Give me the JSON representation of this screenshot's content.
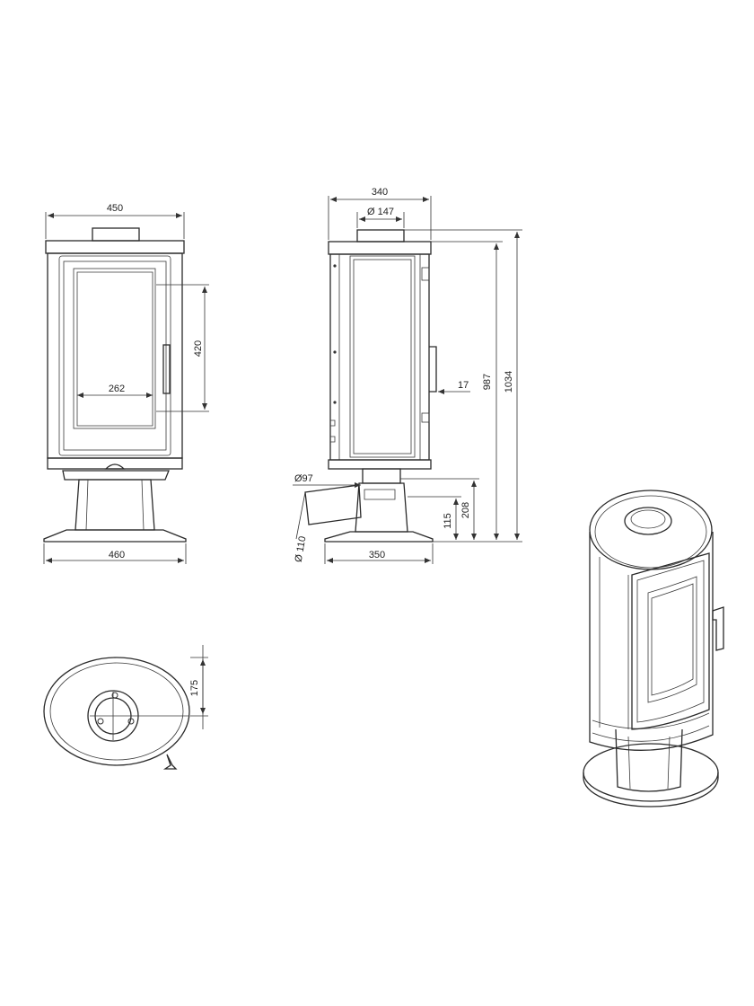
{
  "front_view": {
    "width_top": "450",
    "window_height": "420",
    "window_width": "262",
    "base_width": "460"
  },
  "side_view": {
    "depth": "340",
    "flue_diameter": "Ø 147",
    "handle_depth": "17",
    "height_to_flue": "987",
    "total_height": "1034",
    "air_inlet_diameter": "Ø97",
    "air_inlet_height": "208",
    "air_duct_height": "115",
    "air_duct_diameter": "Ø 110",
    "base_depth": "350"
  },
  "top_view": {
    "flue_offset": "175"
  },
  "colors": {
    "line": "#2a2a2a",
    "background": "#ffffff"
  }
}
